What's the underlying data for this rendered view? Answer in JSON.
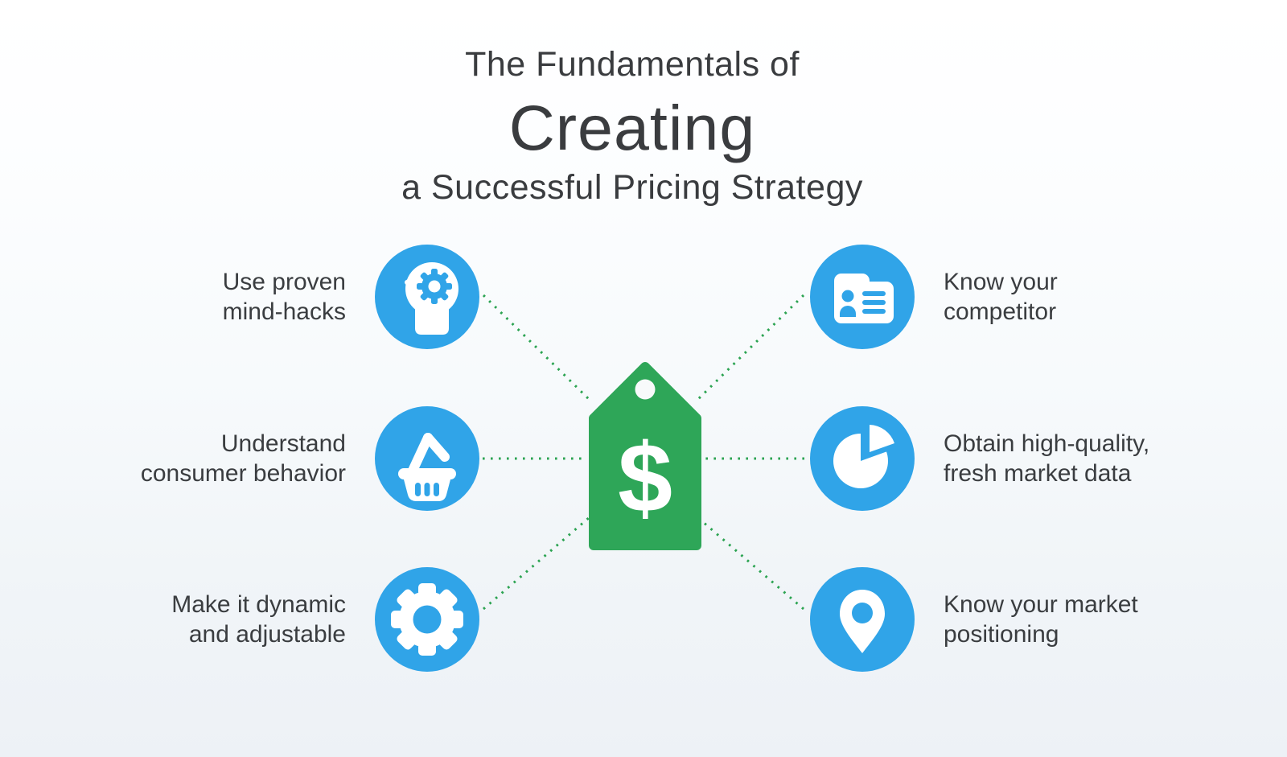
{
  "title": {
    "line1": "The Fundamentals of",
    "line2": "Creating",
    "line3": "a Successful Pricing Strategy"
  },
  "center_tag": {
    "icon": "price-tag-icon",
    "symbol": "$"
  },
  "items": [
    {
      "id": "mind-hacks",
      "side": "left",
      "icon": "head-gear-icon",
      "line1": "Use proven",
      "line2": "mind-hacks"
    },
    {
      "id": "consumer-behavior",
      "side": "left",
      "icon": "basket-icon",
      "line1": "Understand",
      "line2": "consumer behavior"
    },
    {
      "id": "dynamic-adjustable",
      "side": "left",
      "icon": "gear-icon",
      "line1": "Make it dynamic",
      "line2": "and adjustable"
    },
    {
      "id": "know-competitor",
      "side": "right",
      "icon": "id-card-icon",
      "line1": "Know your",
      "line2": "competitor"
    },
    {
      "id": "market-data",
      "side": "right",
      "icon": "pie-chart-icon",
      "line1": "Obtain high-quality,",
      "line2": "fresh market data"
    },
    {
      "id": "market-positioning",
      "side": "right",
      "icon": "map-pin-icon",
      "line1": "Know your market",
      "line2": "positioning"
    }
  ],
  "colors": {
    "icon_blue": "#30A4E8",
    "tag_green": "#2EA658",
    "dotted_line_green": "#2BA351",
    "text_dark": "#3A3D40",
    "background_top": "#FFFFFF",
    "background_bottom": "#EDF1F6"
  }
}
